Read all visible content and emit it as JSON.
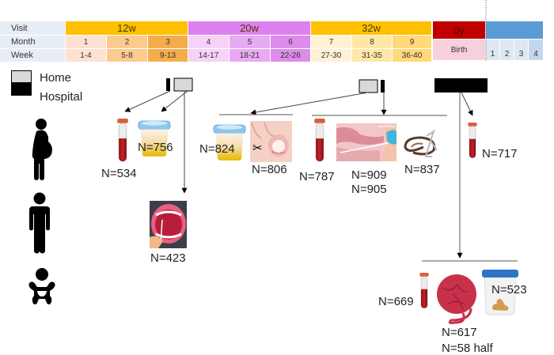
{
  "timeline": {
    "row_labels": {
      "visit": "Visit",
      "month": "Month",
      "week": "Week"
    },
    "visits": [
      {
        "label": "12w",
        "color": "#ffc000"
      },
      {
        "label": "20w",
        "color": "#df80f0"
      },
      {
        "label": "32w",
        "color": "#ffc000"
      },
      {
        "label": "0y",
        "color": "#c00000"
      },
      {
        "label": "",
        "color": "#5b9bd5"
      }
    ],
    "months": [
      {
        "month": "1",
        "week": "1-4",
        "color": "#fde2d2"
      },
      {
        "month": "2",
        "week": "5-8",
        "color": "#fbcb8e"
      },
      {
        "month": "3",
        "week": "9-13",
        "color": "#f4ad4c"
      },
      {
        "month": "4",
        "week": "14-17",
        "color": "#f6d2f8"
      },
      {
        "month": "5",
        "week": "18-21",
        "color": "#e8aaf2"
      },
      {
        "month": "6",
        "week": "22-26",
        "color": "#dd8ce9"
      },
      {
        "month": "7",
        "week": "27-30",
        "color": "#fff1d6"
      },
      {
        "month": "8",
        "week": "31-35",
        "color": "#ffe7a6"
      },
      {
        "month": "9",
        "week": "36-40",
        "color": "#ffd97a"
      }
    ],
    "birth_label": "Birth",
    "birth_color": "#f8cfdc",
    "postnatal": [
      {
        "label": "1",
        "color": "#dde8f3"
      },
      {
        "label": "2",
        "color": "#dde8f3"
      },
      {
        "label": "3",
        "color": "#dde8f3"
      },
      {
        "label": "4",
        "color": "#c3d6ec"
      }
    ]
  },
  "legend": {
    "home_label": "Home",
    "hospital_label": "Hospital",
    "home_color": "#d9d9d9",
    "hospital_color": "#000000"
  },
  "subjects": [
    {
      "name": "pregnant-woman",
      "icon": "pregnant-woman-icon"
    },
    {
      "name": "partner",
      "icon": "person-icon"
    },
    {
      "name": "infant",
      "icon": "baby-icon"
    }
  ],
  "samples": {
    "visit12w": [
      {
        "type": "blood",
        "icon": "blood-tube-icon",
        "count": "N=534"
      },
      {
        "type": "urine",
        "icon": "urine-cup-icon",
        "count": "N=756"
      },
      {
        "type": "saliva-partner",
        "icon": "mouth-swab-icon",
        "count": "N=423"
      }
    ],
    "visit20w": [
      {
        "type": "urine",
        "icon": "urine-cup-icon",
        "count": "N=824"
      },
      {
        "type": "toenail",
        "icon": "toenail-clipping-icon",
        "count": "N=806"
      }
    ],
    "visit32w": [
      {
        "type": "blood",
        "icon": "blood-tube-icon",
        "count": "N=787"
      },
      {
        "type": "vaginal-swab",
        "icon": "vaginal-swab-icon",
        "counts": [
          "N=909",
          "N=905"
        ]
      },
      {
        "type": "hair",
        "icon": "hair-strand-icon",
        "count": "N=837"
      }
    ],
    "birth_mother": [
      {
        "type": "blood",
        "icon": "blood-tube-icon",
        "count": "N=717"
      }
    ],
    "birth_infant": [
      {
        "type": "cord-blood",
        "icon": "blood-tube-icon",
        "count": "N=669"
      },
      {
        "type": "placenta",
        "icon": "placenta-icon",
        "count": "N=617"
      },
      {
        "type": "meconium",
        "icon": "stool-cup-icon",
        "count": "N=523"
      }
    ],
    "cut_off_text": "N=58 half"
  }
}
